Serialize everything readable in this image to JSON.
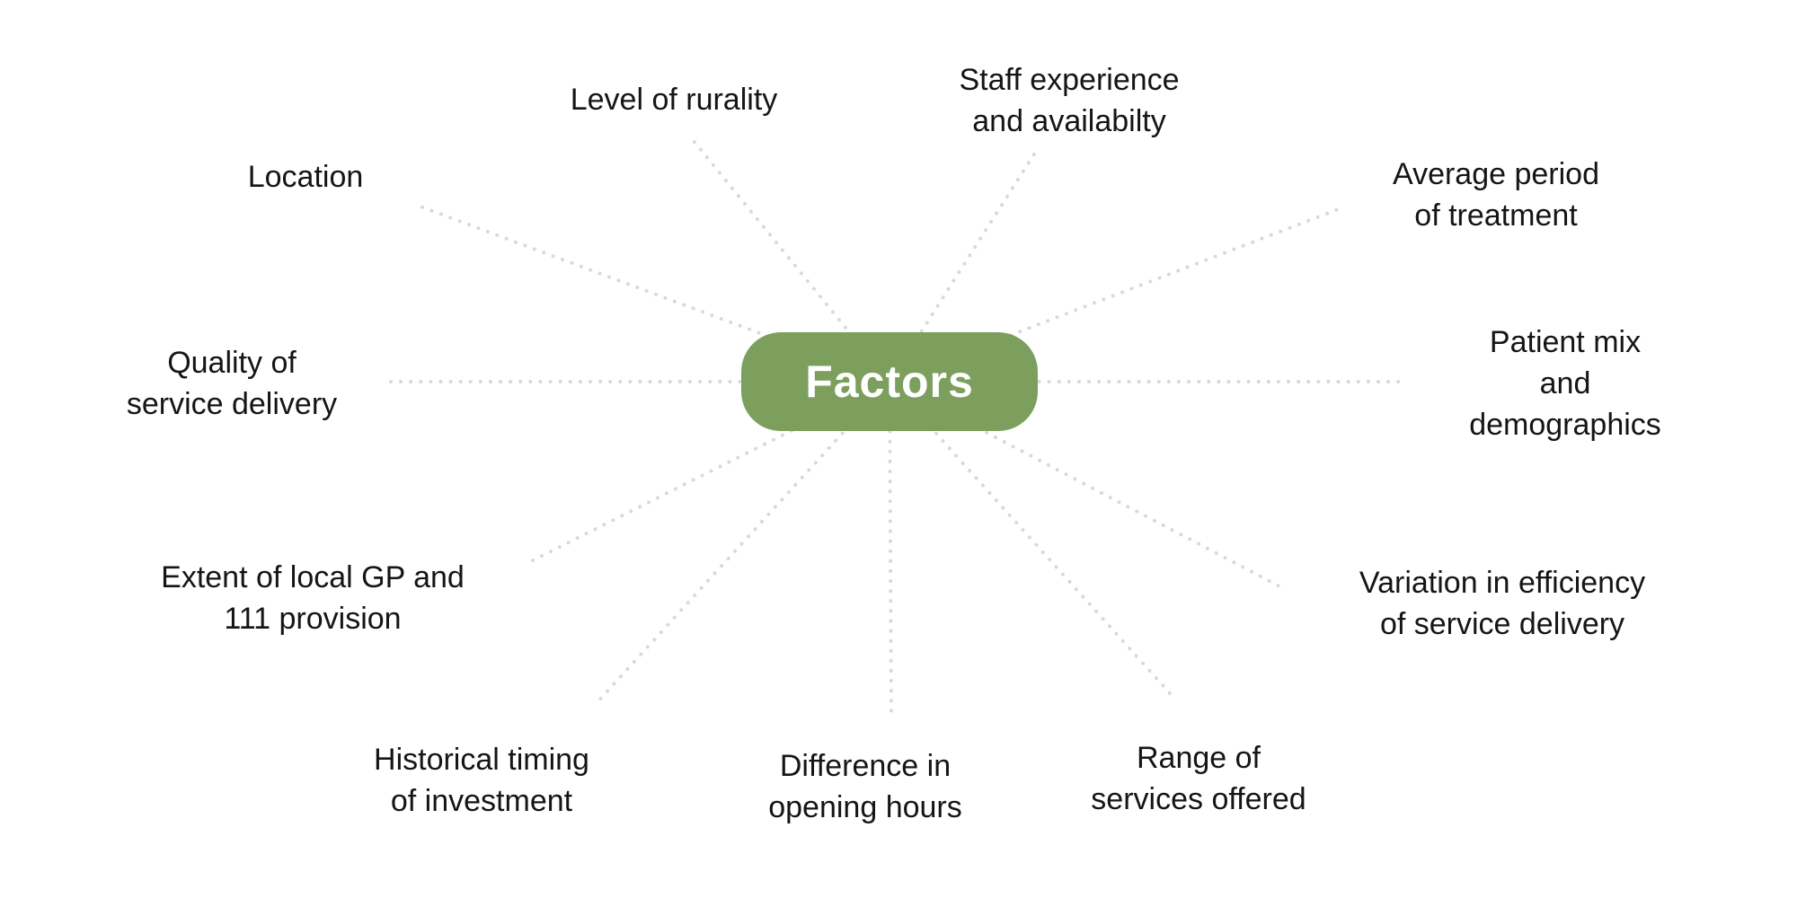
{
  "diagram": {
    "center_label": "Factors",
    "accent_color": "#7d9f5d",
    "line_color": "#d9d9d9",
    "factors": [
      {
        "label": "Location"
      },
      {
        "label": "Level of rurality"
      },
      {
        "label": "Staff experience\nand availabilty"
      },
      {
        "label": "Average period\nof treatment"
      },
      {
        "label": "Quality of\nservice delivery"
      },
      {
        "label": "Patient mix\nand demographics"
      },
      {
        "label": "Extent of local GP and\n111 provision"
      },
      {
        "label": "Variation in efficiency\nof service delivery"
      },
      {
        "label": "Historical timing\nof investment"
      },
      {
        "label": "Difference in\nopening hours"
      },
      {
        "label": "Range of\nservices offered"
      }
    ]
  }
}
